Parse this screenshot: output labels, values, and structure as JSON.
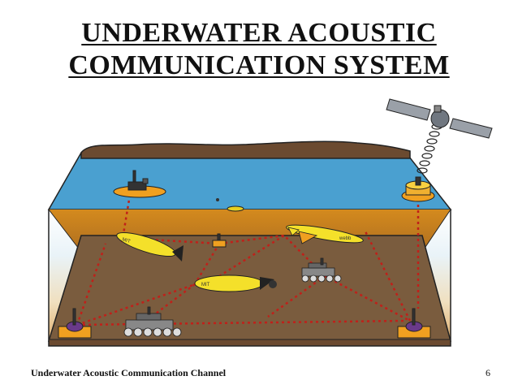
{
  "slide": {
    "title_line1": "UNDERWATER ACOUSTIC",
    "title_line2": "COMMUNICATION SYSTEM",
    "footer_text": "Underwater Acoustic Communication Channel",
    "page_number": "6"
  },
  "diagram": {
    "vehicle_labels": {
      "auv_left": "MIT",
      "auv_center": "MIT",
      "glider": "webb"
    },
    "colors": {
      "water": "#4aa0d0",
      "seafloor": "#7a5c3e",
      "shore": "#6b4a30",
      "links": "#c0201a",
      "vehicle": "#f4e02a",
      "buoy": "#f0a020"
    }
  }
}
